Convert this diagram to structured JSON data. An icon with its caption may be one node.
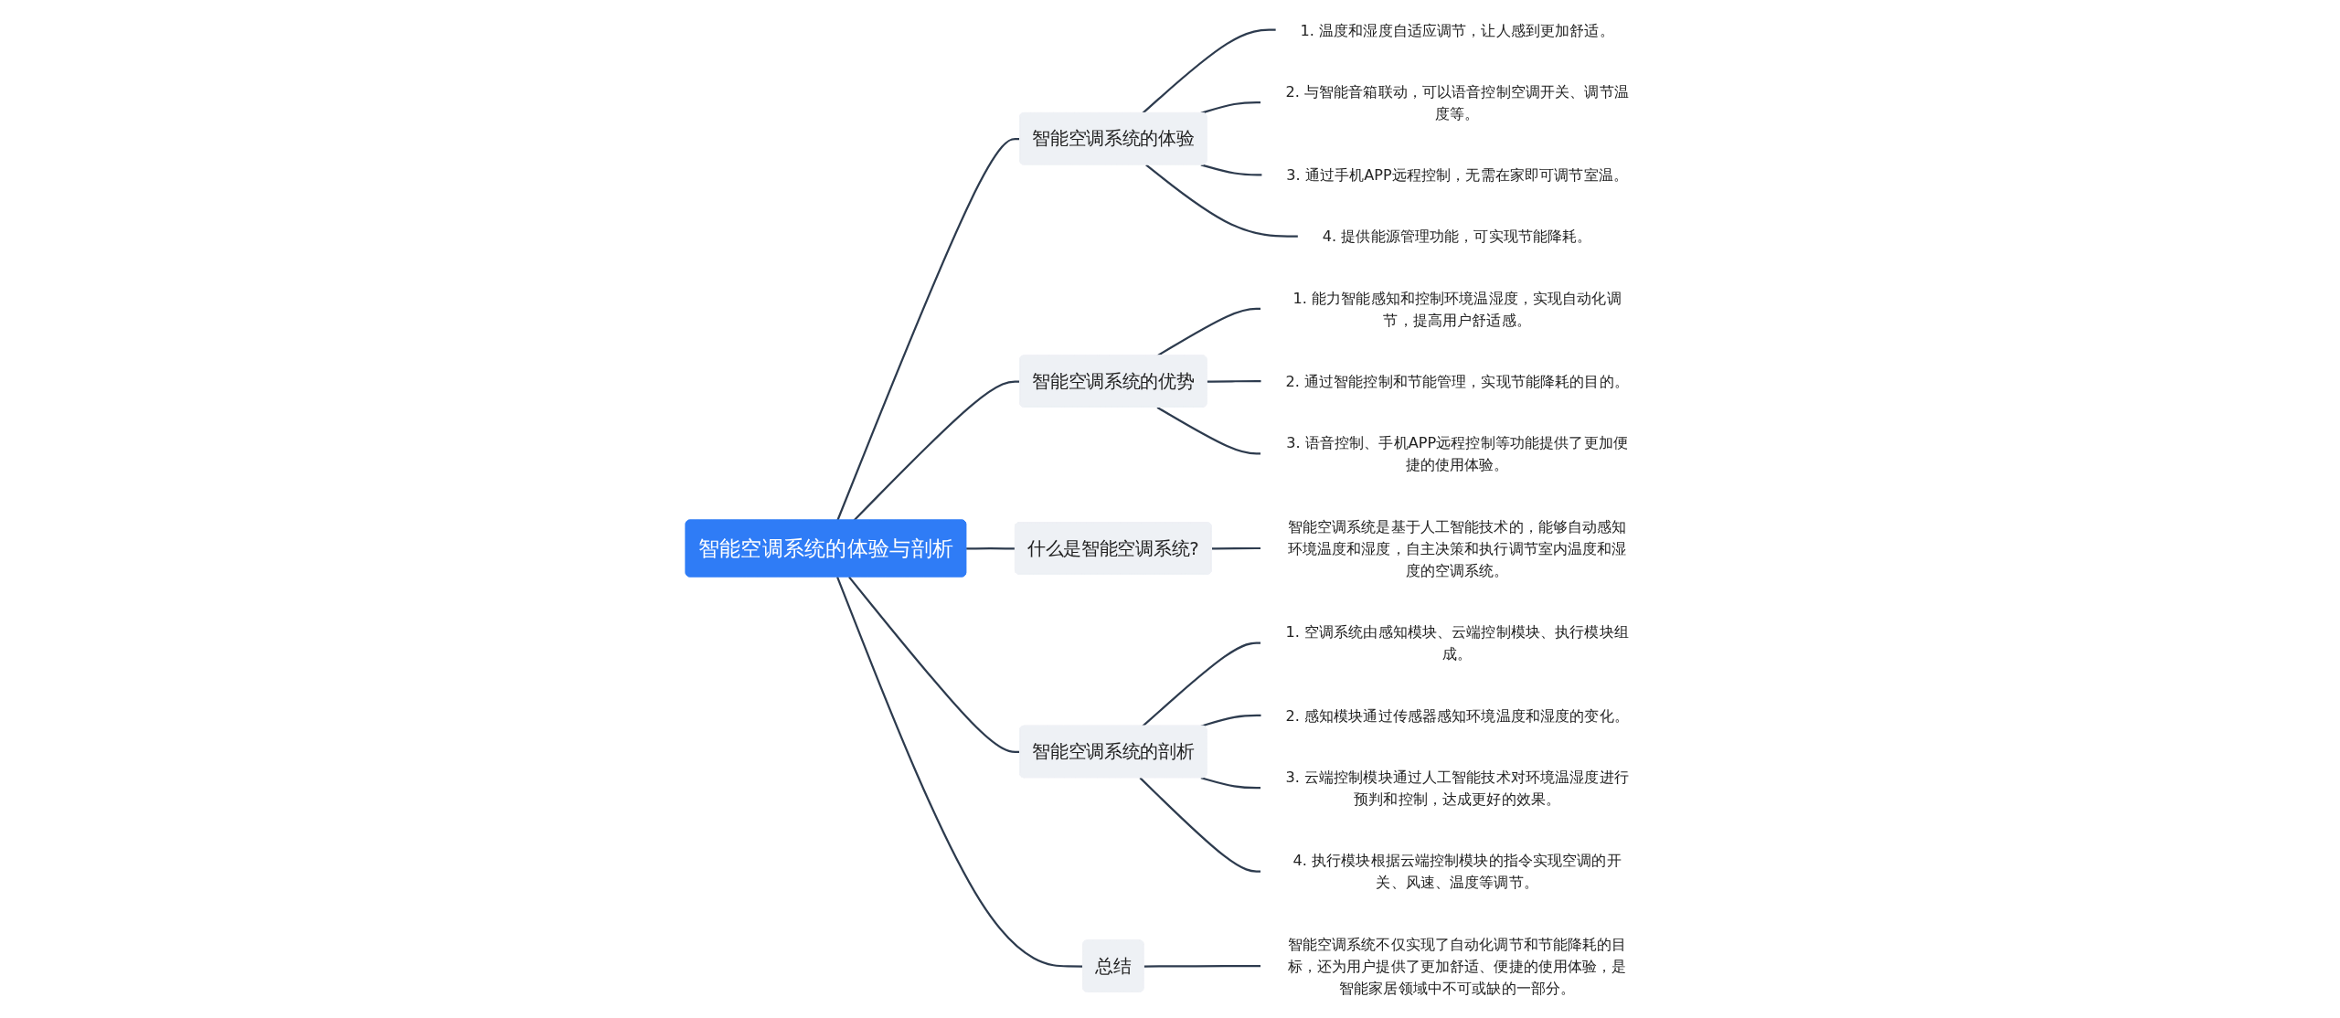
{
  "diagram": {
    "nodes": [
      {
        "text": [
          "智能空调系统的体验与剖析"
        ]
      },
      {
        "text": [
          "智能空调系统的体验"
        ]
      },
      {
        "text": [
          "1. 温度和湿度自适应调节，让人感到更加舒适。"
        ]
      },
      {
        "text": [
          "2. 与智能音箱联动，可以语音控制空调开关、调节温度等。"
        ]
      },
      {
        "text": [
          "3. 通过手机APP远程控制，无需在家即可调节室温。"
        ]
      },
      {
        "text": [
          "4. 提供能源管理功能，可实现节能降耗。"
        ]
      },
      {
        "text": [
          "智能空调系统的优势"
        ]
      },
      {
        "text": [
          "1. 能力智能感知和控制环境温湿度，实现自动化调节，提高用户舒适感。"
        ]
      },
      {
        "text": [
          "2. 通过智能控制和节能管理，实现节能降耗的目的。"
        ]
      },
      {
        "text": [
          "3. 语音控制、手机APP远程控制等功能提供了更加便捷的使用体验。"
        ]
      },
      {
        "text": [
          "什么是智能空调系统?"
        ]
      },
      {
        "text": [
          "智能空调系统是基于人工智能技术的，能够自动感知环境温度和湿度，自主决策和执行调节室内温度和湿度的空调系统。"
        ]
      },
      {
        "text": [
          "智能空调系统的剖析"
        ]
      },
      {
        "text": [
          "1. 空调系统由感知模块、云端控制模块、执行模块组成。"
        ]
      },
      {
        "text": [
          "2. 感知模块通过传感器感知环境温度和湿度的变化。"
        ]
      },
      {
        "text": [
          "3. 云端控制模块通过人工智能技术对环境温湿度进行预判和控制，达成更好的效果。"
        ]
      },
      {
        "text": [
          "4. 执行模块根据云端控制模块的指令实现空调的开关、风速、温度等调节。"
        ]
      },
      {
        "text": [
          "总结"
        ]
      },
      {
        "text": [
          "智能空调系统不仅实现了自动化调节和节能降耗的目标，还为用户提供了更加舒适、便捷的使用体验，是智能家居领域中不可或缺的一部分。"
        ]
      }
    ],
    "edges": [
      {
        "from": 0,
        "to": 1,
        "arrow": "none"
      },
      {
        "from": 1,
        "to": 2,
        "arrow": "none"
      },
      {
        "from": 1,
        "to": 3,
        "arrow": "none"
      },
      {
        "from": 1,
        "to": 4,
        "arrow": "none"
      },
      {
        "from": 1,
        "to": 5,
        "arrow": "none"
      },
      {
        "from": 0,
        "to": 6,
        "arrow": "none"
      },
      {
        "from": 6,
        "to": 7,
        "arrow": "none"
      },
      {
        "from": 6,
        "to": 8,
        "arrow": "none"
      },
      {
        "from": 6,
        "to": 9,
        "arrow": "none"
      },
      {
        "from": 0,
        "to": 10,
        "arrow": "none"
      },
      {
        "from": 10,
        "to": 11,
        "arrow": "none"
      },
      {
        "from": 0,
        "to": 12,
        "arrow": "none"
      },
      {
        "from": 12,
        "to": 13,
        "arrow": "none"
      },
      {
        "from": 12,
        "to": 14,
        "arrow": "none"
      },
      {
        "from": 12,
        "to": 15,
        "arrow": "none"
      },
      {
        "from": 12,
        "to": 16,
        "arrow": "none"
      },
      {
        "from": 0,
        "to": 17,
        "arrow": "none"
      },
      {
        "from": 17,
        "to": 18,
        "arrow": "none"
      }
    ]
  }
}
